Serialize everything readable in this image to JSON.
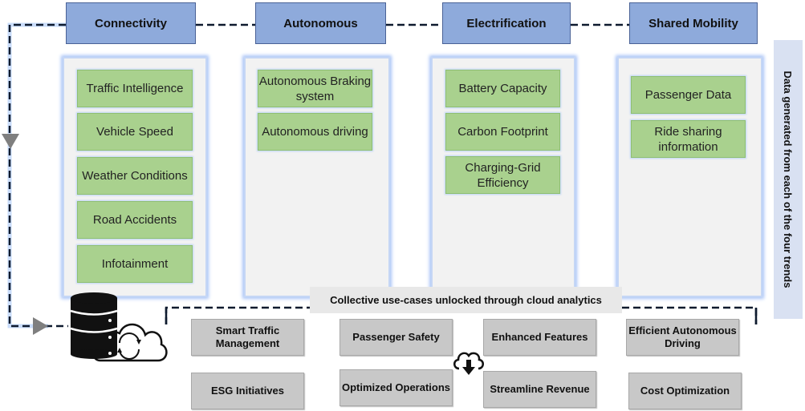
{
  "trends": [
    {
      "label": "Connectivity",
      "items": [
        "Traffic Intelligence",
        "Vehicle Speed",
        "Weather Conditions",
        "Road Accidents",
        "Infotainment"
      ]
    },
    {
      "label": "Autonomous",
      "items": [
        "Autonomous Braking system",
        "Autonomous driving"
      ]
    },
    {
      "label": "Electrification",
      "items": [
        "Battery Capacity",
        "Carbon Footprint",
        "Charging-Grid Efficiency"
      ]
    },
    {
      "label": "Shared Mobility",
      "items": [
        "Passenger Data",
        "Ride sharing information"
      ]
    }
  ],
  "side_label": "Data generated from each of the four trends",
  "collective_label": "Collective use-cases unlocked through cloud analytics",
  "use_cases": [
    "Smart Traffic Management",
    "Passenger Safety",
    "Enhanced Features",
    "Efficient Autonomous Driving",
    "ESG Initiatives",
    "Optimized Operations",
    "Streamline Revenue",
    "Cost Optimization"
  ],
  "icons": {
    "database": "database-cloud-sync-icon",
    "cloud_download": "cloud-download-icon",
    "arrow_down": "triangle-down-arrow-icon",
    "arrow_right": "triangle-right-arrow-icon"
  },
  "colors": {
    "trend_header": "#8eaadb",
    "item_fill": "#a9d18e",
    "usecase_fill": "#c8c8c8",
    "side_fill": "#d9e1f2",
    "panel_glow": "#a9c4f7"
  }
}
